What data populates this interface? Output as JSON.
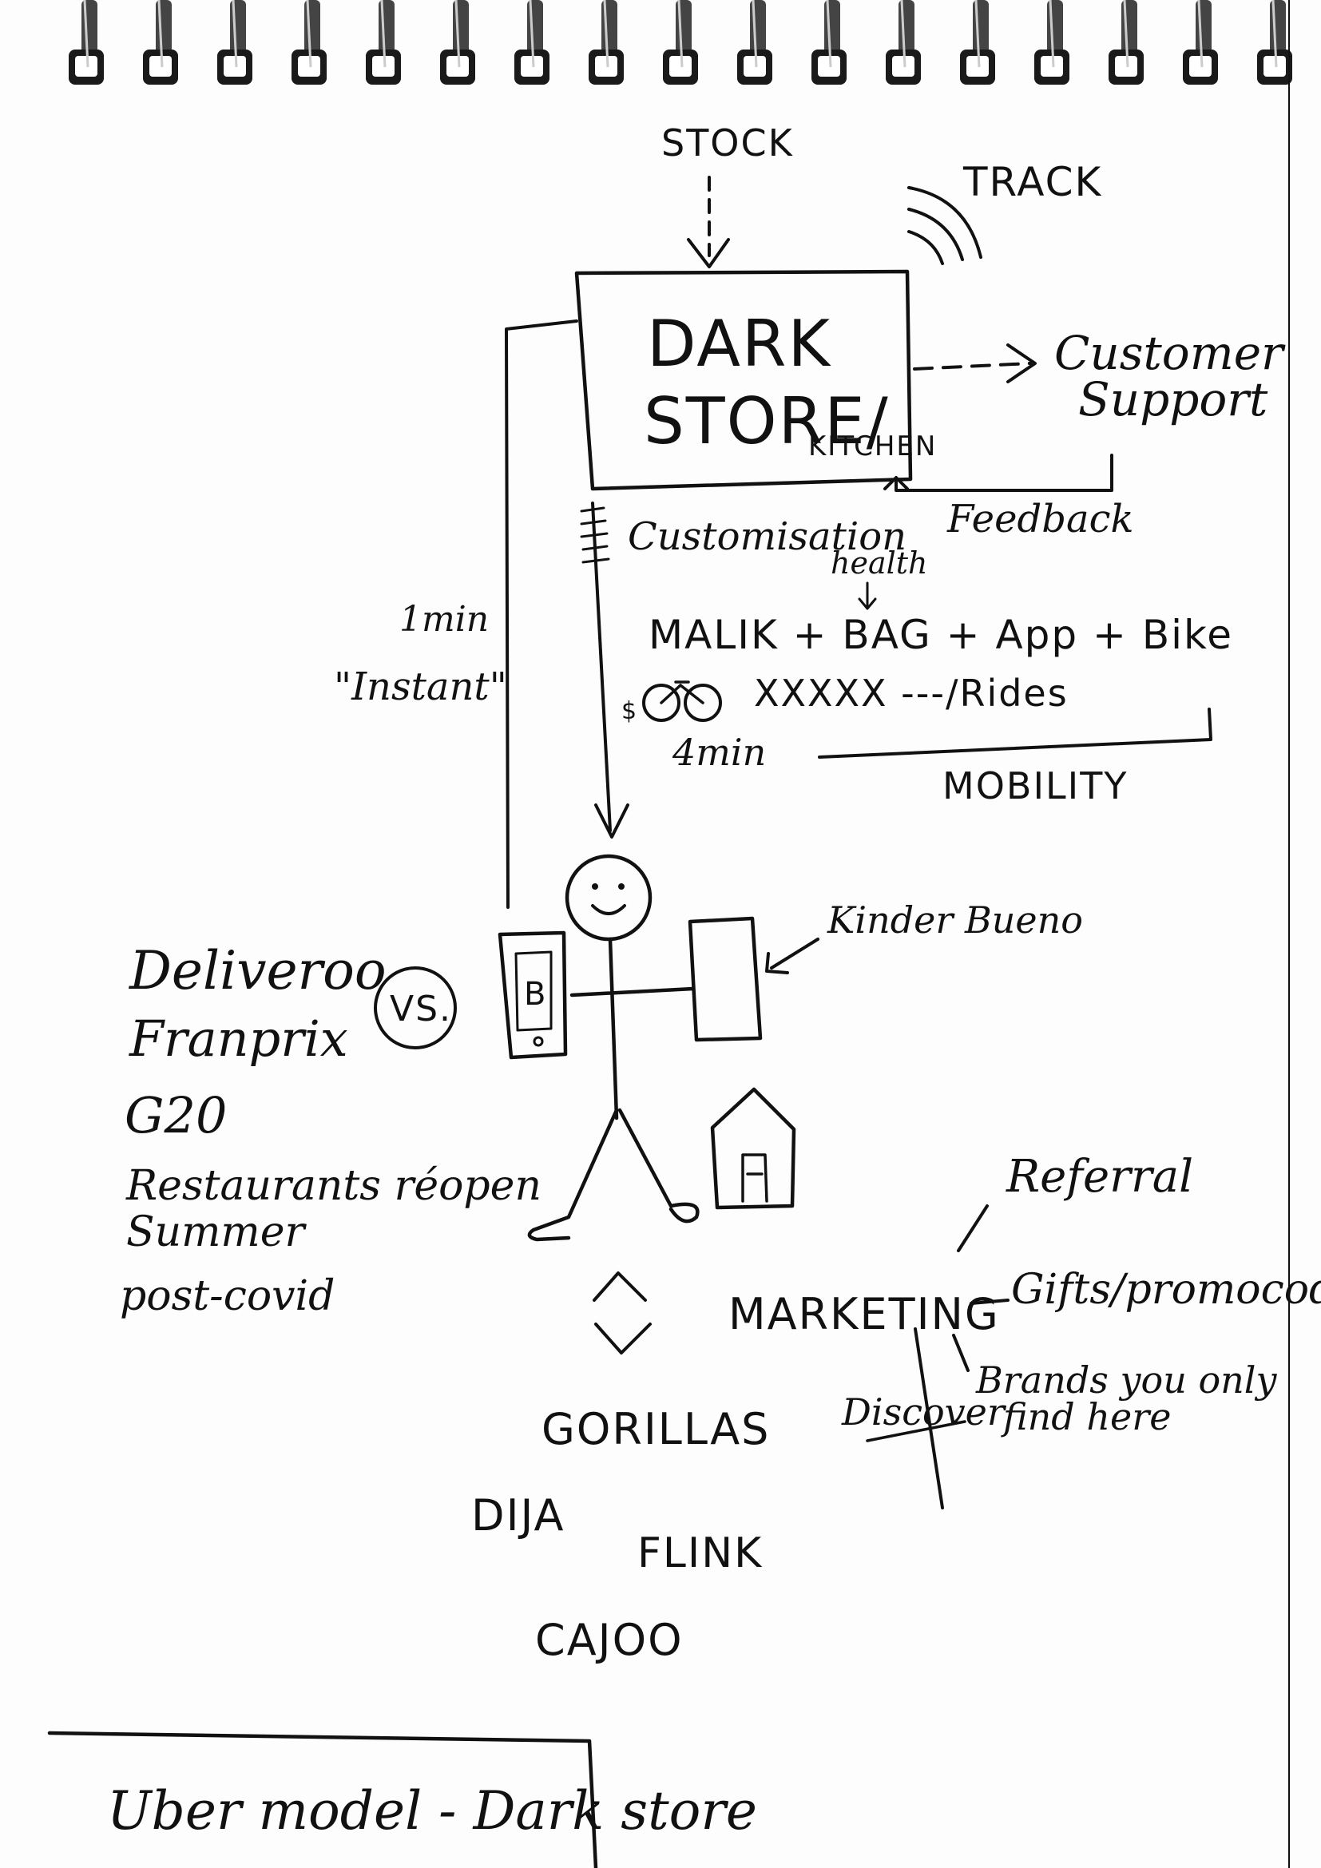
{
  "colors": {
    "ink": "#111111",
    "paper": "#fdfdfd",
    "spiral": "#1a1a1a"
  },
  "labels": {
    "stock": "STOCK",
    "track": "TRACK",
    "dark_store_line1": "DARK",
    "dark_store_line2": "STORE/",
    "kitchen": "KITCHEN",
    "customer_support_line1": "Customer",
    "customer_support_line2": "Support",
    "feedback": "Feedback",
    "customisation": "Customisation",
    "health": "health",
    "formula": "MALIK + BAG + App + Bike",
    "rides_row": "XXXXX   ---/Rides",
    "money_sign": "$",
    "four_min": "4min",
    "mobility": "MOBILITY",
    "one_min": "1min",
    "instant": "\"Instant\"",
    "phone_letter": "B",
    "kinder": "Kinder Bueno",
    "vs": "VS.",
    "competitors": [
      "Deliveroo",
      "Franprix",
      "G20",
      "Restaurants réopen",
      "Summer",
      "post-covid"
    ],
    "marketing": "MARKETING",
    "referral": "Referral",
    "gifts": "Gifts/promocode",
    "brands_line1": "Brands you only",
    "brands_line2": "find here",
    "discover": "Discover",
    "players": [
      "GORILLAS",
      "DIJA",
      "FLINK",
      "CAJOO"
    ],
    "footer": "Uber model - Dark store"
  },
  "icons": [
    "wifi-signal-icon",
    "bike-icon",
    "phone-icon",
    "house-icon",
    "stick-figure-icon",
    "diamond-icon"
  ]
}
